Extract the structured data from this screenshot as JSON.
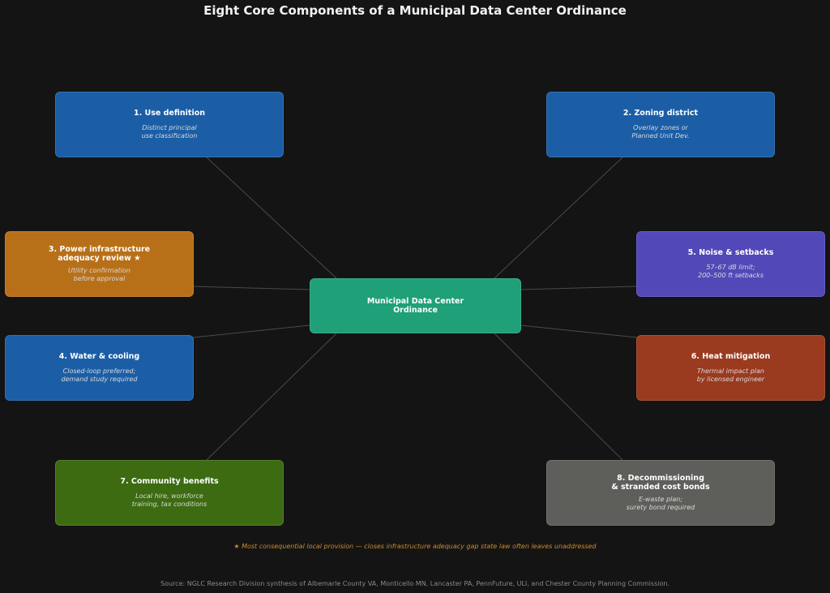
{
  "title": "Eight Core Components of a Municipal Data Center Ordinance",
  "center": {
    "label": "Municipal Data Center\nOrdinance",
    "color": "#1fa078"
  },
  "components": [
    {
      "label": "1. Use definition",
      "description": "Distinct principal\nuse classification",
      "color": "#1b5ea6"
    },
    {
      "label": "2. Zoning district",
      "description": "Overlay zones or\nPlanned Unit Dev.",
      "color": "#1b5ea6"
    },
    {
      "label": "3. Power infrastructure\nadequacy review ★",
      "description": "Utility confirmation\nbefore approval",
      "color": "#b87018"
    },
    {
      "label": "4. Water & cooling",
      "description": "Closed-loop preferred;\ndemand study required",
      "color": "#1b5ea6"
    },
    {
      "label": "5. Noise & setbacks",
      "description": "57–67 dB limit;\n200–500 ft setbacks",
      "color": "#5348b8"
    },
    {
      "label": "6. Heat mitigation",
      "description": "Thermal impact plan\nby licensed engineer",
      "color": "#9a3a1f"
    },
    {
      "label": "7. Community benefits",
      "description": "Local hire, workforce\ntraining, tax conditions",
      "color": "#3d6b12"
    },
    {
      "label": "8. Decommissioning\n& stranded cost bonds",
      "description": "E-waste plan;\nsurety bond required",
      "color": "#5e5e5a"
    }
  ],
  "footnote": "★ Most consequential local provision — closes infrastructure adequacy gap state law often leaves unaddressed",
  "source": "Source: NGLC Research Division synthesis of Albemarle County VA, Monticello MN, Lancaster PA, PennFuture, ULI, and Chester County Planning Commission."
}
